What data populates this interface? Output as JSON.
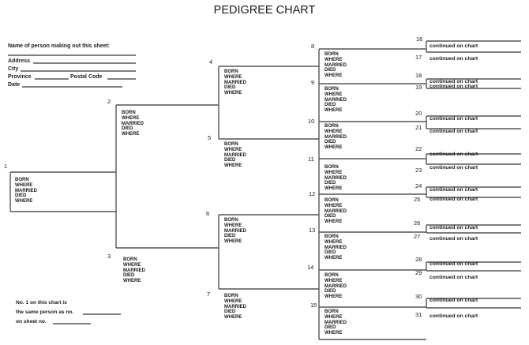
{
  "title": "PEDIGREE CHART",
  "form": {
    "maker_label": "Name of person making out this sheet:",
    "address_label": "Address",
    "city_label": "City",
    "province_label": "Province",
    "postal_code_label": "Postal Code",
    "date_label": "Date"
  },
  "labels": {
    "born": "BORN",
    "where": "WHERE",
    "married": "MARRIED",
    "died": "DIED"
  },
  "continued_label": "continued on chart",
  "persons": [
    {
      "number": "1",
      "fields": [
        "born",
        "where",
        "married",
        "died",
        "where"
      ]
    },
    {
      "number": "2",
      "fields": [
        "born",
        "where",
        "married",
        "died",
        "where"
      ]
    },
    {
      "number": "3",
      "fields": [
        "born",
        "where",
        "married",
        "died",
        "where"
      ]
    },
    {
      "number": "4",
      "fields": [
        "born",
        "where",
        "married",
        "died",
        "where"
      ]
    },
    {
      "number": "5",
      "fields": [
        "born",
        "where",
        "married",
        "died",
        "where"
      ]
    },
    {
      "number": "6",
      "fields": [
        "born",
        "where",
        "married",
        "died",
        "where"
      ]
    },
    {
      "number": "7",
      "fields": [
        "born",
        "where",
        "married",
        "died",
        "where"
      ]
    },
    {
      "number": "8",
      "fields": [
        "born",
        "where",
        "married",
        "died",
        "where"
      ]
    },
    {
      "number": "9",
      "fields": [
        "born",
        "where",
        "married",
        "died",
        "where"
      ]
    },
    {
      "number": "10",
      "fields": [
        "born",
        "where",
        "married",
        "died",
        "where"
      ]
    },
    {
      "number": "11",
      "fields": [
        "born",
        "where",
        "married",
        "died",
        "where"
      ]
    },
    {
      "number": "12",
      "fields": [
        "born",
        "where",
        "married",
        "died",
        "where"
      ]
    },
    {
      "number": "13",
      "fields": [
        "born",
        "where",
        "married",
        "died",
        "where"
      ]
    },
    {
      "number": "14",
      "fields": [
        "born",
        "where",
        "married",
        "died",
        "where"
      ]
    },
    {
      "number": "15",
      "fields": [
        "born",
        "where",
        "married",
        "died",
        "where"
      ]
    }
  ],
  "ancestors": [
    "16",
    "17",
    "18",
    "19",
    "20",
    "21",
    "22",
    "23",
    "24",
    "25",
    "26",
    "27",
    "28",
    "29",
    "30",
    "31"
  ],
  "note": {
    "line1": "No. 1 on this chart is",
    "line2": "the same person as no.",
    "line3": "on sheet no."
  }
}
